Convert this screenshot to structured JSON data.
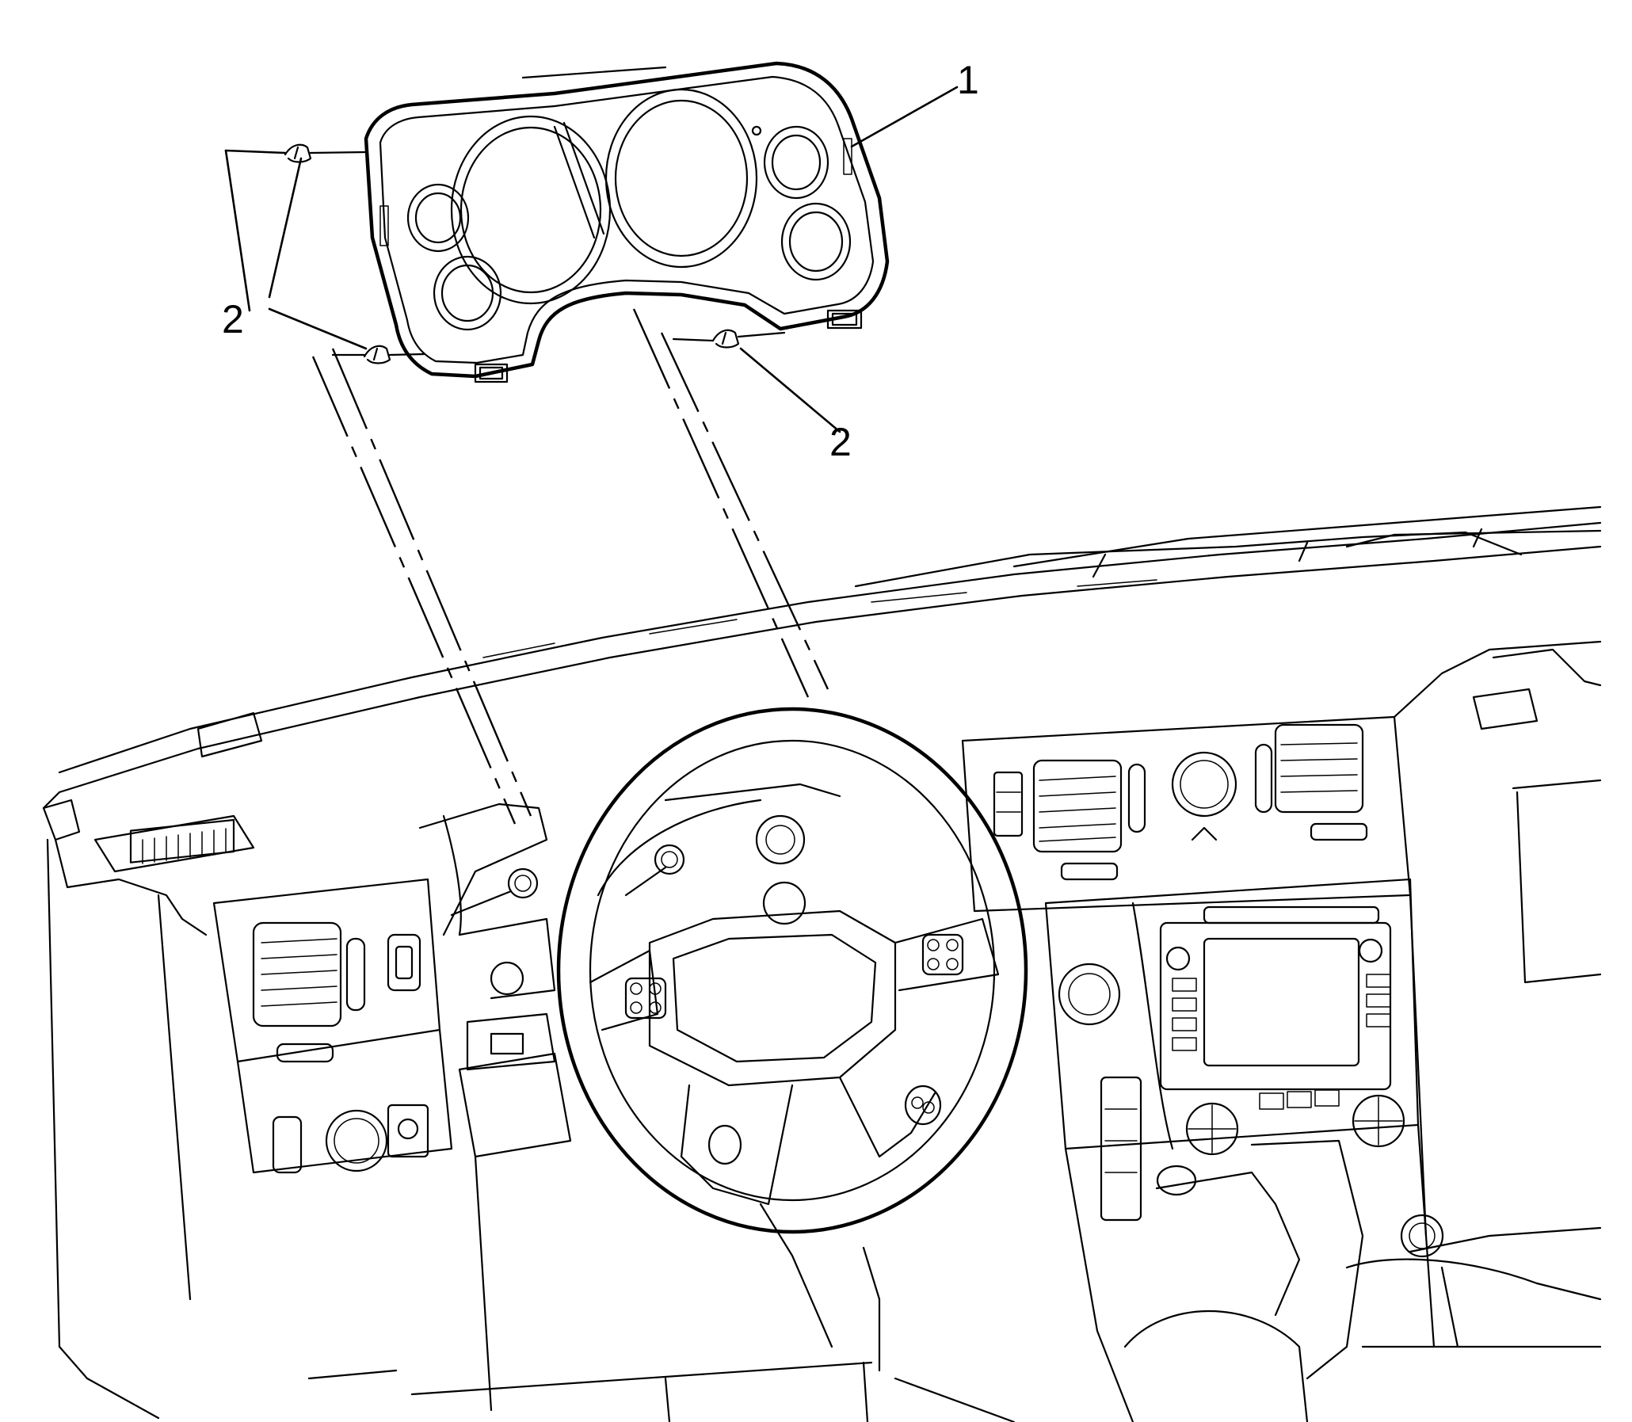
{
  "diagram": {
    "callouts": [
      {
        "id": "bezel",
        "label": "1",
        "part": "instrument-panel-cluster-trim-bezel"
      },
      {
        "id": "clips-left",
        "label": "2",
        "part": "bezel-retaining-clips"
      },
      {
        "id": "clips-right",
        "label": "2",
        "part": "bezel-retaining-clips"
      }
    ]
  }
}
